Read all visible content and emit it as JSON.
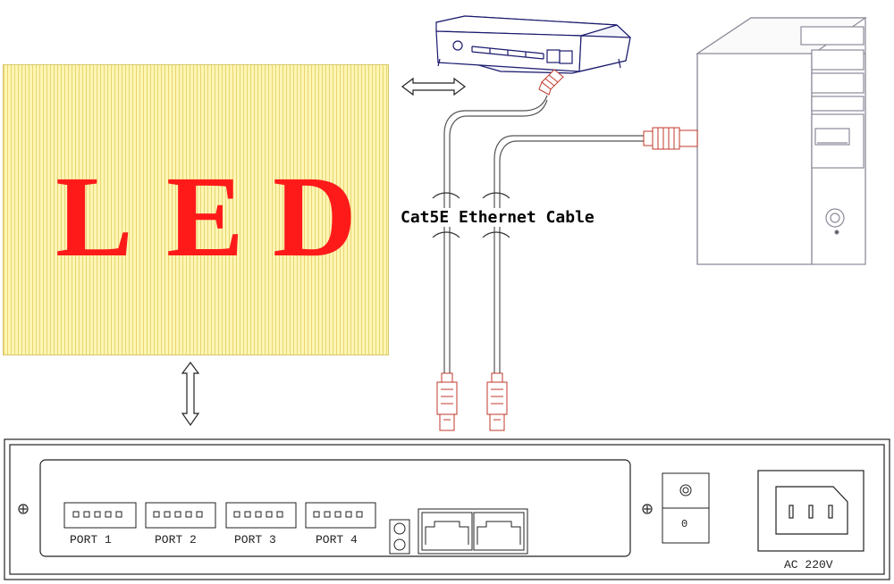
{
  "led_panel": {
    "letters": [
      "L",
      "E",
      "D"
    ]
  },
  "cable": {
    "label": "Cat5E Ethernet Cable"
  },
  "controller": {
    "ports": [
      {
        "label": "PORT 1"
      },
      {
        "label": "PORT 2"
      },
      {
        "label": "PORT 3"
      },
      {
        "label": "PORT 4"
      }
    ],
    "power_switch": {
      "on_label": "0"
    },
    "power_input_label": "AC 220V"
  },
  "colors": {
    "led_text": "#ff1a1a",
    "led_panel": "#fdf6b4",
    "connector": "#c0392b",
    "outline": "#1a1a6e"
  }
}
